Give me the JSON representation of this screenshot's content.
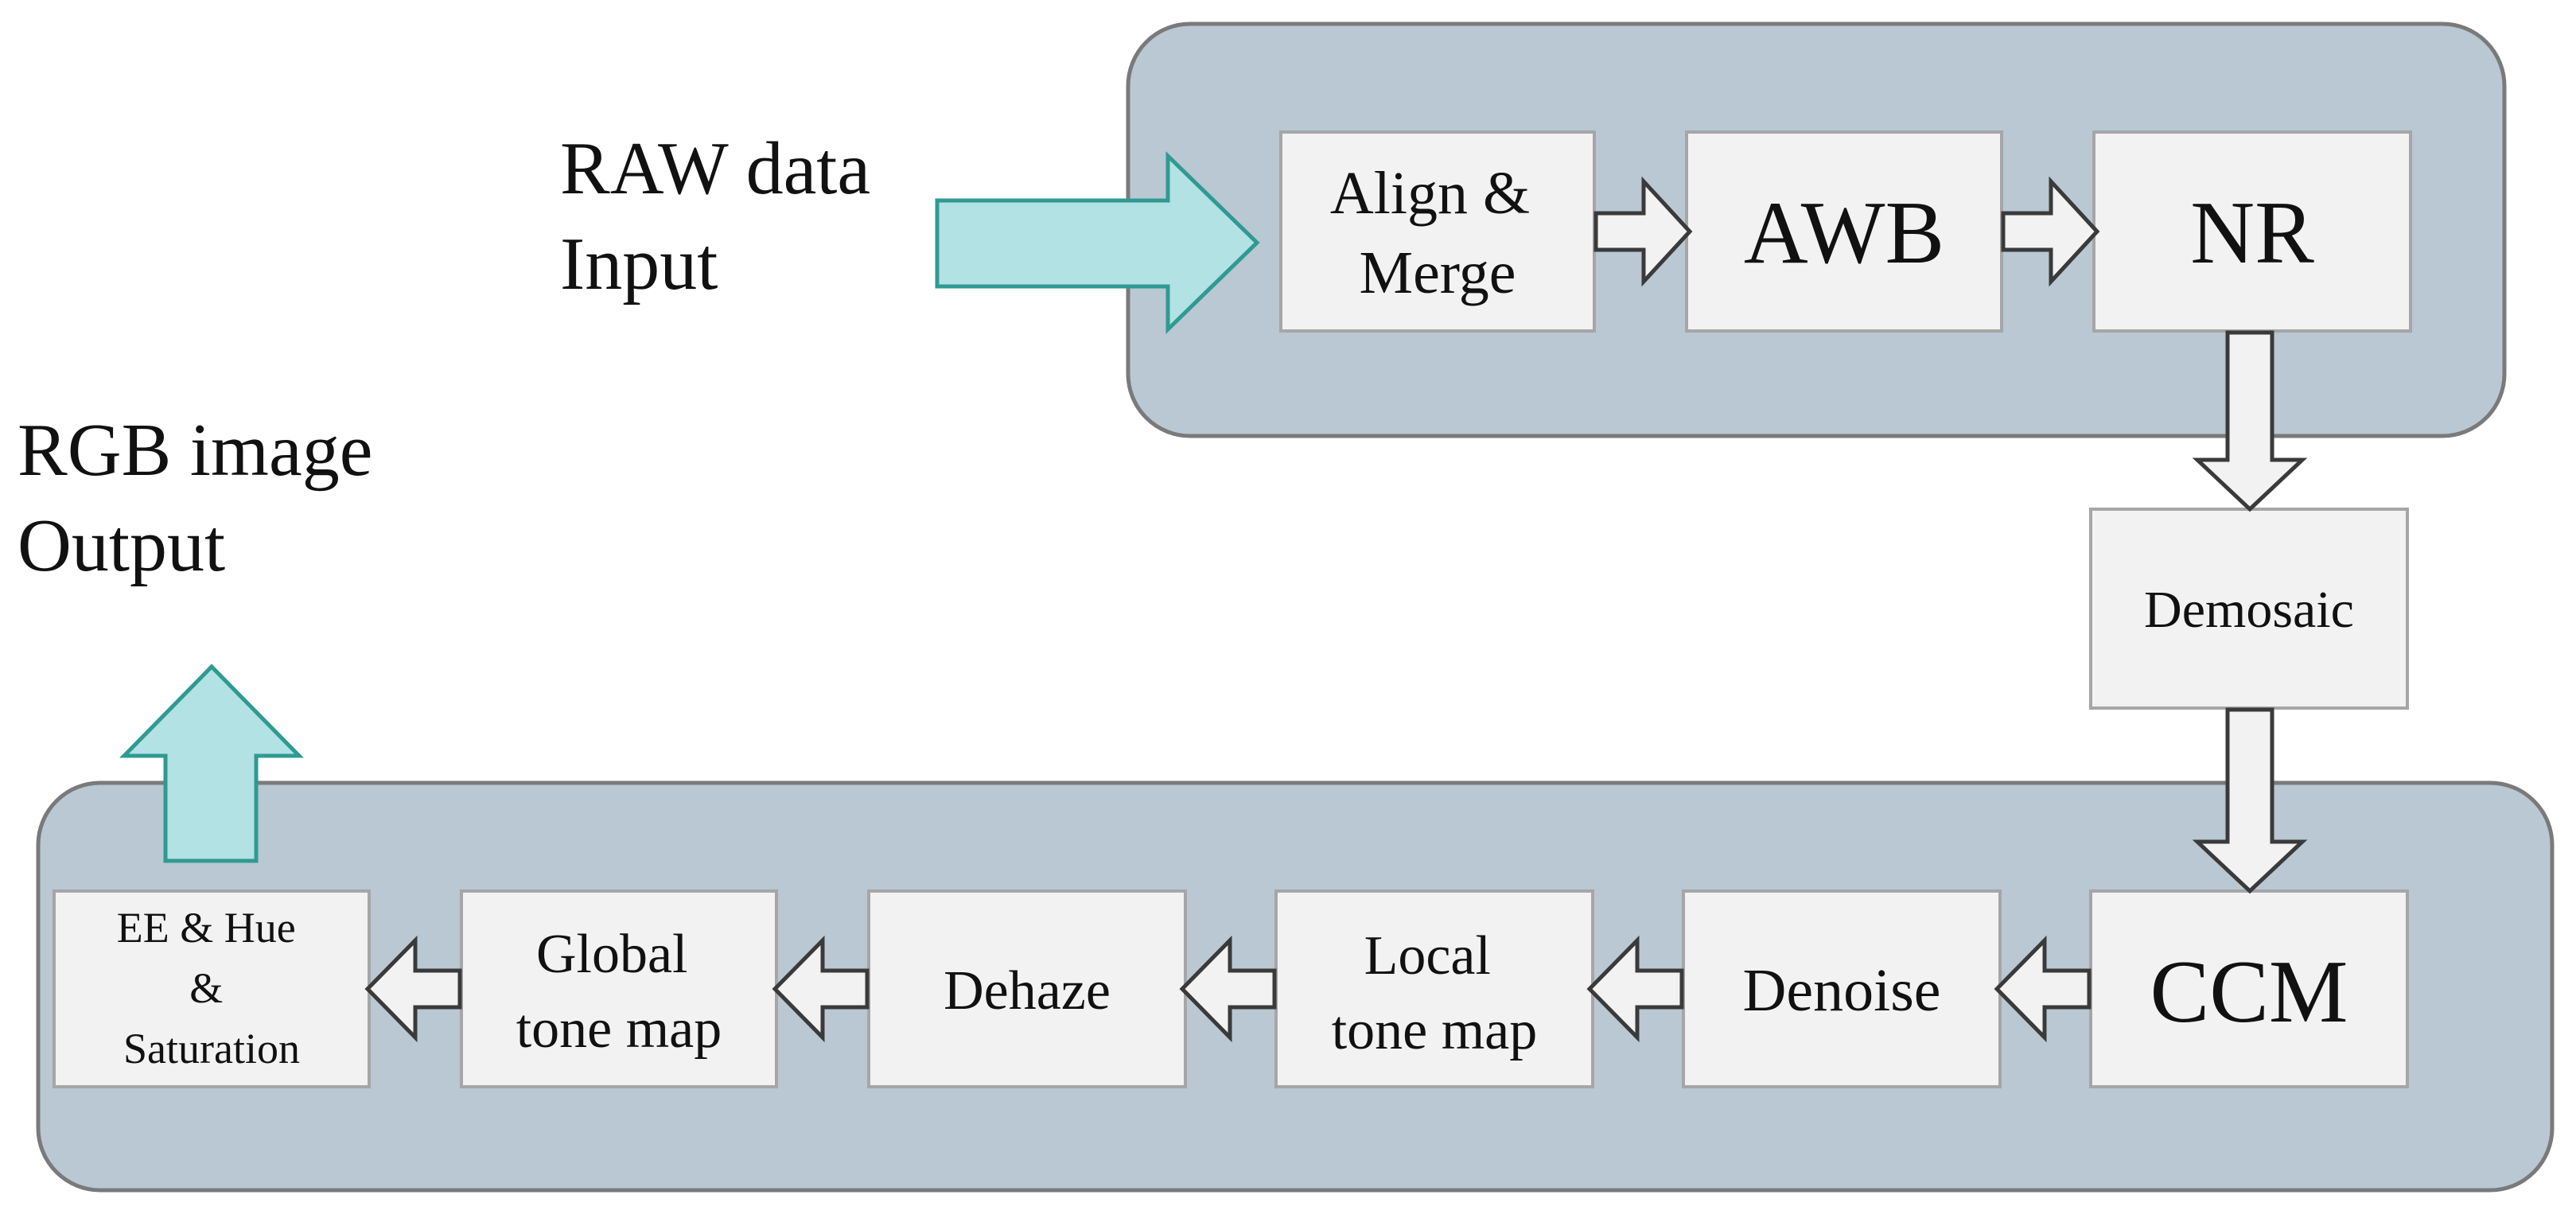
{
  "input_label": {
    "line1": "RAW data",
    "line2": "Input"
  },
  "output_label": {
    "line1": "RGB image",
    "line2": "Output"
  },
  "top_group": {
    "stages": [
      {
        "id": "align-merge",
        "lines": [
          "Align &",
          "Merge"
        ]
      },
      {
        "id": "awb",
        "lines": [
          "AWB"
        ]
      },
      {
        "id": "nr",
        "lines": [
          "NR"
        ]
      }
    ]
  },
  "middle_stage": {
    "id": "demosaic",
    "lines": [
      "Demosaic"
    ]
  },
  "bottom_group": {
    "stages": [
      {
        "id": "ccm",
        "lines": [
          "CCM"
        ]
      },
      {
        "id": "denoise",
        "lines": [
          "Denoise"
        ]
      },
      {
        "id": "local-tone-map",
        "lines": [
          "Local",
          "tone map"
        ]
      },
      {
        "id": "dehaze",
        "lines": [
          "Dehaze"
        ]
      },
      {
        "id": "global-tone-map",
        "lines": [
          "Global",
          "tone map"
        ]
      },
      {
        "id": "ee-hue-saturation",
        "lines": [
          "EE & Hue",
          "&",
          "Saturation"
        ]
      }
    ]
  },
  "colors": {
    "group_fill": "#b9c8d2",
    "group_stroke": "#7a7a7a",
    "stage_fill": "#f2f2f2",
    "stage_stroke": "#a6a6a6",
    "io_arrow_fill": "#b2e2e3",
    "io_arrow_stroke": "#2f9a92",
    "flow_arrow_stroke": "#3a3a3a"
  }
}
